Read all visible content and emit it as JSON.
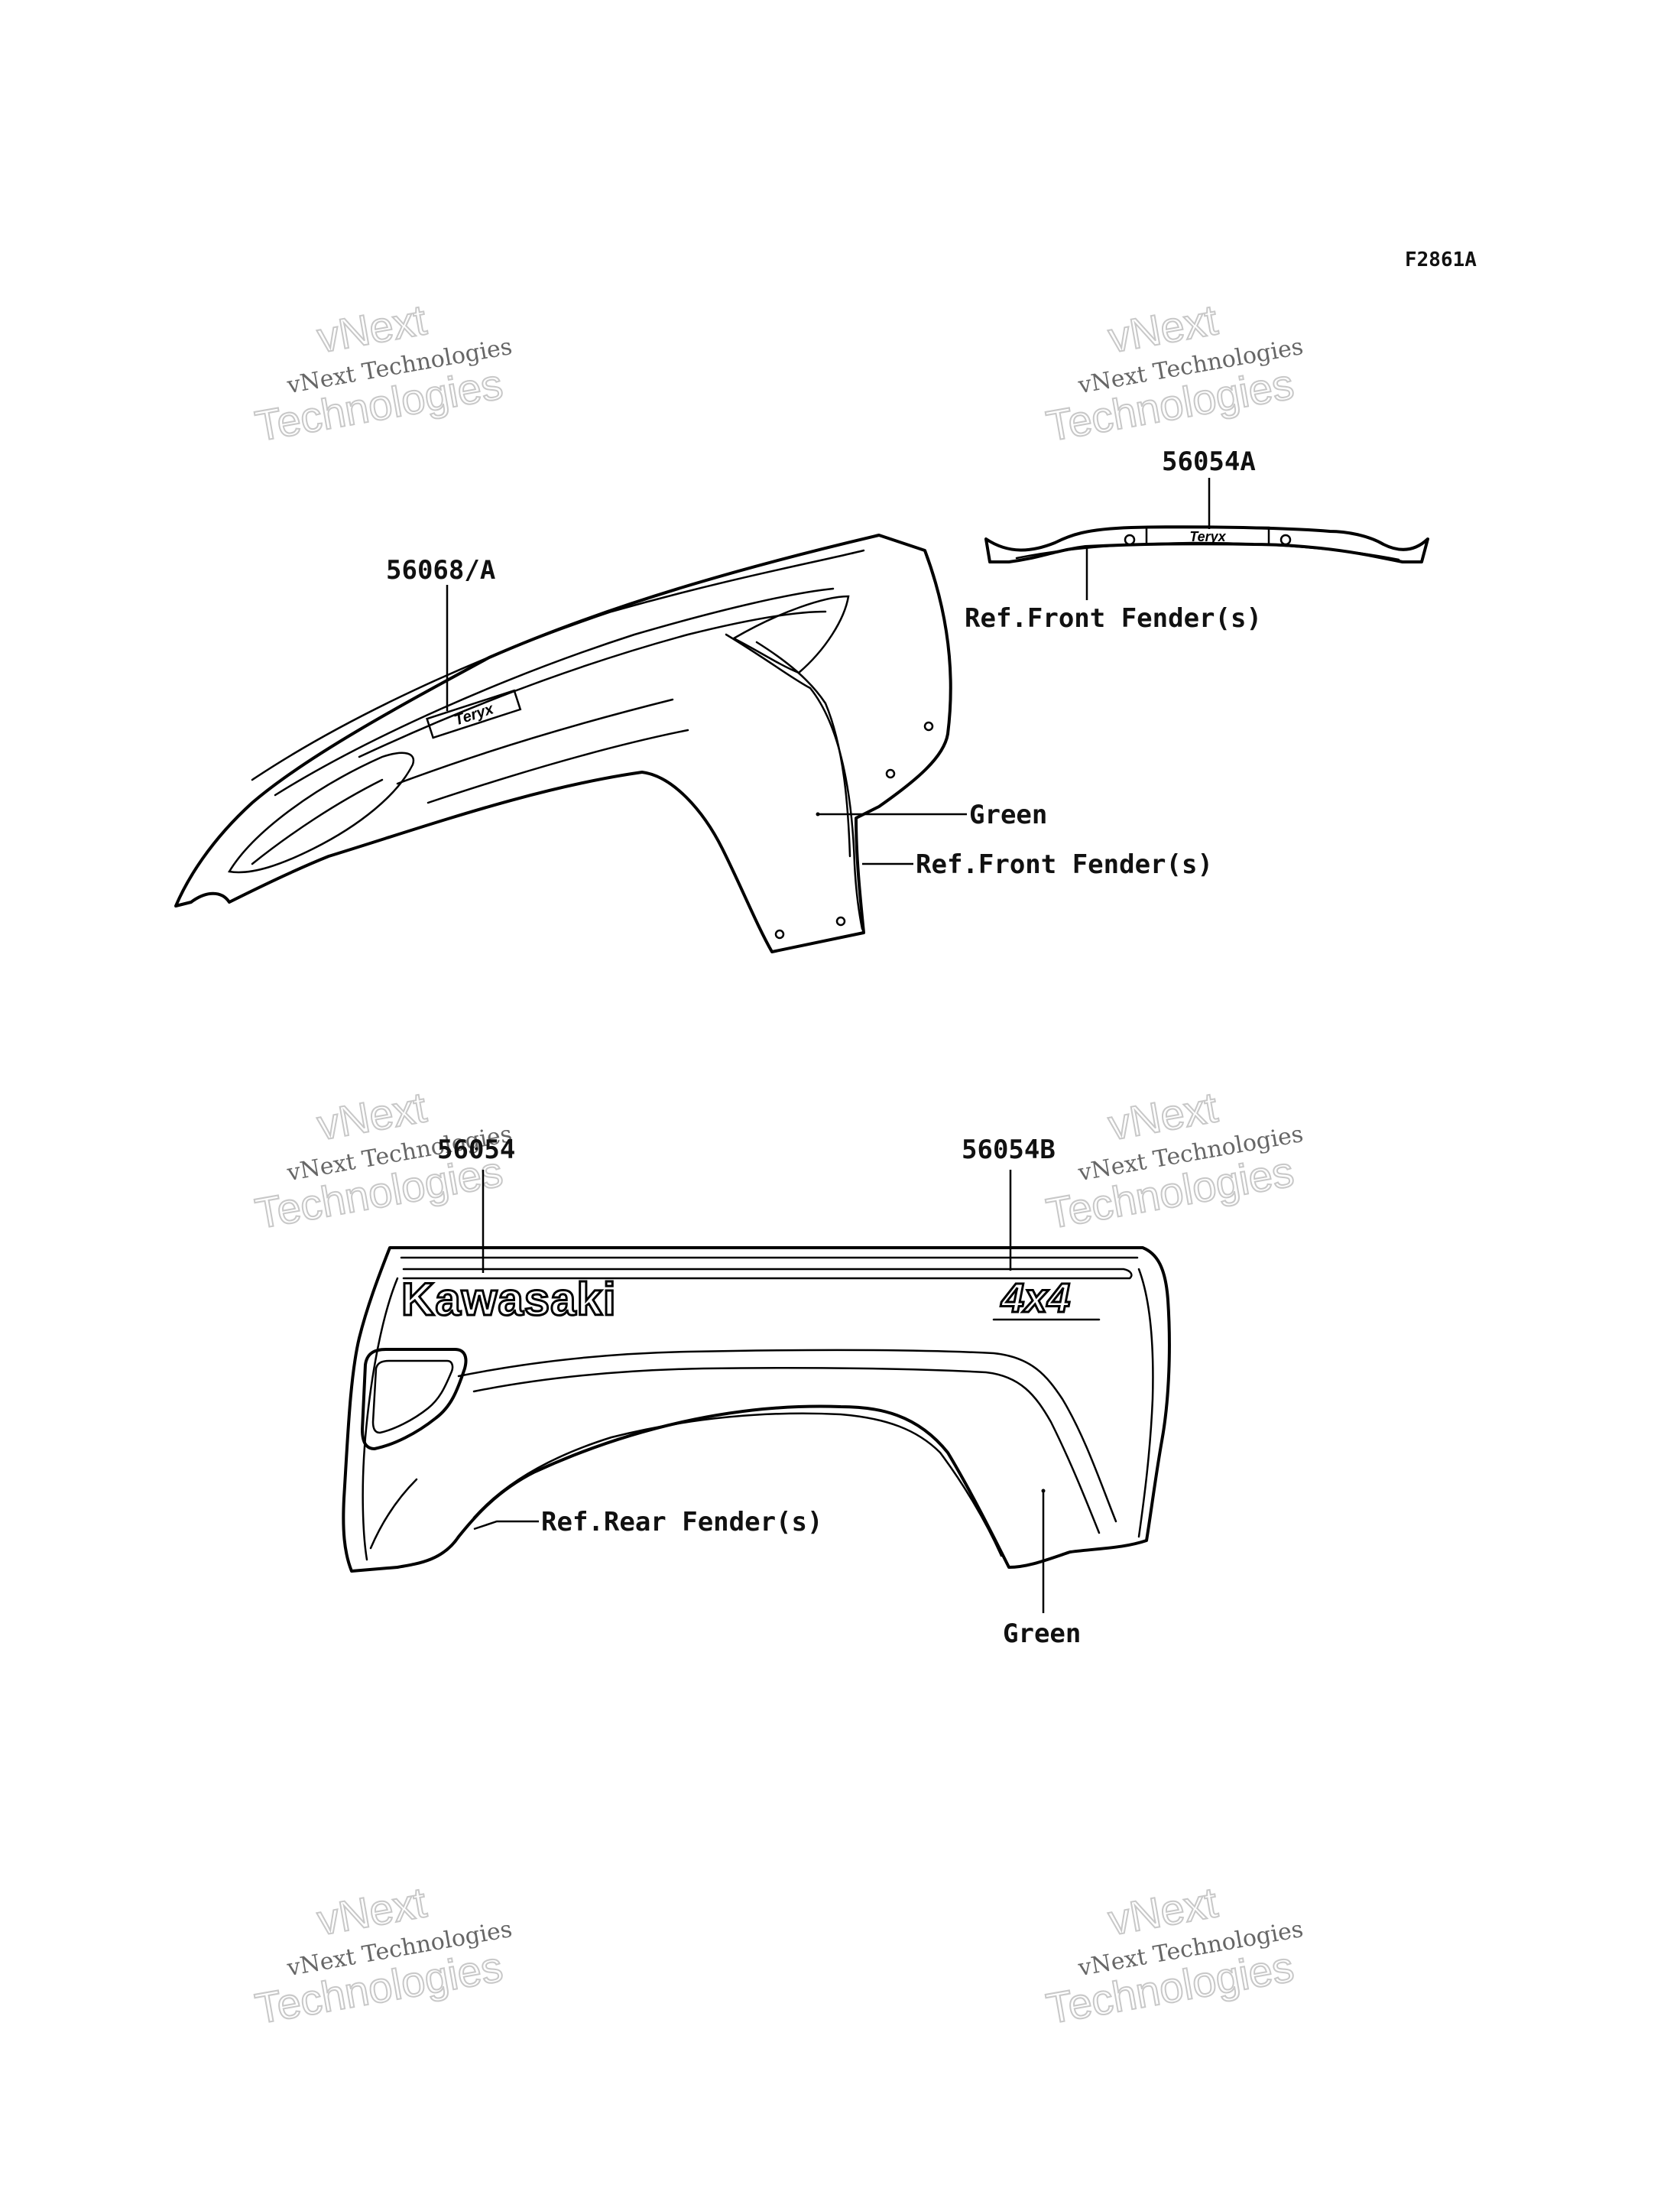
{
  "figure_code": "F2861A",
  "callouts": {
    "front_decal": "56068/A",
    "top_decal": "56054A",
    "rear_decal_left": "56054",
    "rear_decal_right": "56054B",
    "top_ref": "Ref.Front Fender(s)",
    "front_green": "Green",
    "front_ref": "Ref.Front Fender(s)",
    "rear_ref": "Ref.Rear Fender(s)",
    "rear_green": "Green"
  },
  "decal_text": {
    "brand": "Kawasaki",
    "model_badge": "4x4",
    "small_badge": "Teryx"
  },
  "watermark": {
    "line1": "vNext Technologies",
    "line2a": "vNext",
    "line2b": "Technologies"
  }
}
